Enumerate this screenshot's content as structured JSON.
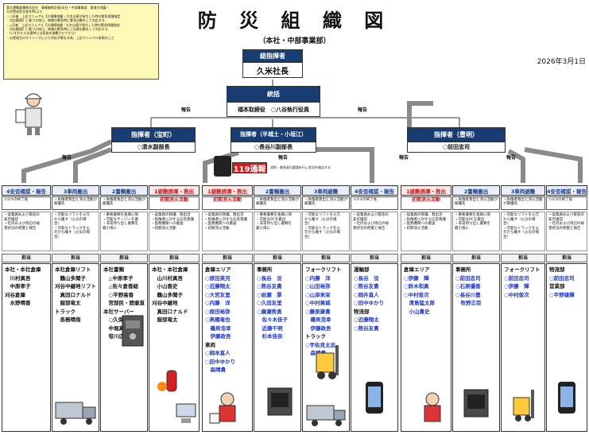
{
  "header": {
    "title": "防 災 組 織 図",
    "subtitle": "（本社・中部事業部）",
    "date": "2026年3月1日"
  },
  "note_lines": [
    "東久運輸倉庫株式会社　事業継続計画(本社・中部事業部　東海大地震・",
    "大木警戒宣言発令時)より",
    "",
    "・○印者　上記マニュアル【大規模地震・大木災害が発生した時の緊急保健指定",
    "　対応範囲】に基づき休日、夜間の緊急時に緊急出動をして対応する",
    "・△印者　上記マニュアル【大規模地震・大木災害が発生した時の緊急保健指定",
    "　対応範囲】に基づき休日、夜間の緊急時にご災害出動をして対応する",
    "　(いずれも大災害時には家族を避難させてから)",
    "・災害発生のタイミングにより対応が異なる為、上記マニュアル参照のこと"
  ],
  "top": {
    "commander_label": "総指揮者",
    "commander_name": "久米社長",
    "overall_label": "統括",
    "overall_name": "福本取締役　○八谷執行役員",
    "report_label": "報告"
  },
  "leaders": [
    {
      "label": "指揮者（宝町）",
      "name": "○清水副部長"
    },
    {
      "label": "指揮者（半城土・小垣江）",
      "name": "○長谷川副部長"
    },
    {
      "label": "指揮者（豊明）",
      "name": "○前田忠司"
    }
  ],
  "call": {
    "label": "119通報",
    "text": "消防・救急車の要請を行い状況を報告する"
  },
  "columns": [
    {
      "head": "4安否確認・報告",
      "style": "blue",
      "sub": "①②③の終了後",
      "tasks": [
        "・従業員および家族の",
        "安否確認",
        "・社内および周辺の被",
        "害状況の把握と報告"
      ],
      "tanto": "担当",
      "people": [
        "本社・本社倉庫",
        "　川村真吾",
        "　中原孝子",
        "",
        "刈谷倉庫",
        "　水野晴香"
      ]
    },
    {
      "head": "3車両搬出",
      "style": "blue",
      "sub": "・負傷者救出と消火活動が最優先",
      "tasks": [
        "・可能なリフトを火元",
        "から離す（火災の場",
        "合）",
        "・可能なトラックを火",
        "元から離す（火災の場",
        "合）"
      ],
      "tanto": "担当",
      "people": [
        "本社倉庫リフト",
        "　鶴山多聞子",
        "",
        "刈谷中継地リフト",
        "　真田ロナルド",
        "　服部竜太",
        "",
        "",
        "",
        "",
        "",
        "",
        "トラック",
        "　各務晴雨"
      ]
    },
    {
      "head": "2書類搬出",
      "style": "blue",
      "sub": "・負傷者救出と消火活動が最優先",
      "tasks": [
        "・重要書類を金庫に保",
        "・可能なサーバーを搬",
        "・非常持ち出し書類を",
        "最小限に"
      ],
      "tanto": "担当",
      "people": [
        "本社書類",
        "　△中原孝子",
        "　△佐々倉香総",
        "　○平野高香",
        "　宮部民・間壷直",
        "",
        "",
        "",
        "",
        "",
        "本社サーバー",
        "　○久保信也",
        "　中堀真太",
        "　笹川広樹"
      ]
    },
    {
      "head": "1避難誘導・救出",
      "style": "red",
      "sub": "初期消火活動",
      "tasks": [
        "・従業員の救護、救出活",
        "・負傷者に対する応急救護",
        "・医務機関への搬送",
        "・初期消火活動"
      ],
      "tanto": "担当",
      "people": [
        "本社・本社倉庫",
        "　山川村真吾",
        "　小山香史",
        "　鶴山多聞子",
        "",
        "",
        "刈谷中継地",
        "　真田ロナルド",
        "　服部竜太"
      ]
    },
    {
      "head": "1避難誘導・救出",
      "style": "red",
      "sub": "初期消火活動",
      "tasks": [
        "・従業員の救護、救出活",
        "・負傷者に対する応急救護",
        "・医務機関への搬送",
        "・初期消火活動"
      ],
      "tanto": "担当",
      "people": [
        "倉庫エリア",
        "○原田英児",
        "○近藤翔太",
        "○大宮友里",
        "○内藤　洋",
        "○原田裕弥",
        "○髙橋竜也",
        "　磯貝浩幸",
        "　伊藤政吾",
        "",
        "車両",
        "○岡本直人",
        "○田中ゆかり",
        "　森晴貴"
      ]
    },
    {
      "head": "2書類搬出",
      "style": "blue",
      "sub": "・負傷者救出と消火活動が最優先",
      "tasks": [
        "・重要書類を金庫に保",
        "・可能なPCを搬出",
        "・非常持ち出し書類を",
        "最小限に"
      ],
      "tanto": "担当",
      "people": [
        "事務所",
        "○長谷　没",
        "○熊谷友貴",
        "○岩瀬　厚",
        "○久田友里",
        "○廣瀬秀勇",
        "　佐々木佳子",
        "　近藤千明",
        "　杉本佳奈"
      ]
    },
    {
      "head": "3車両避難",
      "style": "blue",
      "sub": "・負傷者救出と消火活動が最優先",
      "tasks": [
        "・可能なリフトを火元",
        "から離す（火災の場",
        "合）",
        "・可能なトラックを火",
        "元から離す（火災の場",
        "合）"
      ],
      "tanto": "担当",
      "people": [
        "フォークリフト",
        "○内藤　洋",
        "○山田裕弥",
        "○山添来栄",
        "○中村美城",
        "○藤原康貴",
        "　磯貝浩幸",
        "　伊藤政吾",
        "トラック",
        "○宇佐見太志",
        "　森晴貴"
      ]
    },
    {
      "head": "4安否確認・報告",
      "style": "blue",
      "sub": "①②③の終了後",
      "tasks": [
        "・従業員および家族の",
        "安否確認",
        "・社内および周辺の被",
        "害状況の把握と報告"
      ],
      "tanto": "担当",
      "people": [
        "運輸部",
        "○長谷　没",
        "○熊谷友貴",
        "○岡井直人",
        "○田中ゆかり",
        "物流部",
        "○近藤翔太",
        "○熊谷友貴"
      ]
    },
    {
      "head": "1避難誘導・救出",
      "style": "red",
      "sub": "初期消火活動",
      "tasks": [
        "・従業員の救護、救出活",
        "・負傷者に対する応急救護",
        "・医務機関への搬送",
        "・初期消火活動"
      ],
      "tanto": "担当",
      "people": [
        "倉庫エリア",
        "○伊藤　輝",
        "○鈴木和真",
        "○中村俊次",
        "　清島猛太郎",
        "　小山貴史"
      ]
    },
    {
      "head": "2書類搬出",
      "style": "blue",
      "sub": "・負傷者救出と消火活動が最優先",
      "tasks": [
        "・重要書類を金庫に保",
        "・可能なPCを搬出",
        "・非常持ち出し書類を",
        "最小限に"
      ],
      "tanto": "担当",
      "people": [
        "事務所",
        "○前田忠司",
        "○石原優香",
        "○長谷川豊",
        "　牧野正臣"
      ]
    },
    {
      "head": "3車両避難",
      "style": "blue",
      "sub": "・負傷者救出と消火活動が最優先",
      "tasks": [
        "・可能なリフトを火元",
        "から離す（火災の場",
        "合）",
        "・可能なトラックを火",
        "元から離す（火災の場",
        "合）"
      ],
      "tanto": "担当",
      "people": [
        "フォークリフト",
        "○前田忠司",
        "○伊藤　輝",
        "○中村俊次"
      ]
    },
    {
      "head": "4安否確認・報告",
      "style": "blue",
      "sub": "①②③の終了後",
      "tasks": [
        "・従業員および家族の",
        "安否確認",
        "・社内および周辺の被",
        "害状況の把握と報告"
      ],
      "tanto": "担当",
      "people": [
        "物流部",
        "○前田忠司",
        "",
        "",
        "営業部",
        "○平野雄輝"
      ]
    }
  ]
}
